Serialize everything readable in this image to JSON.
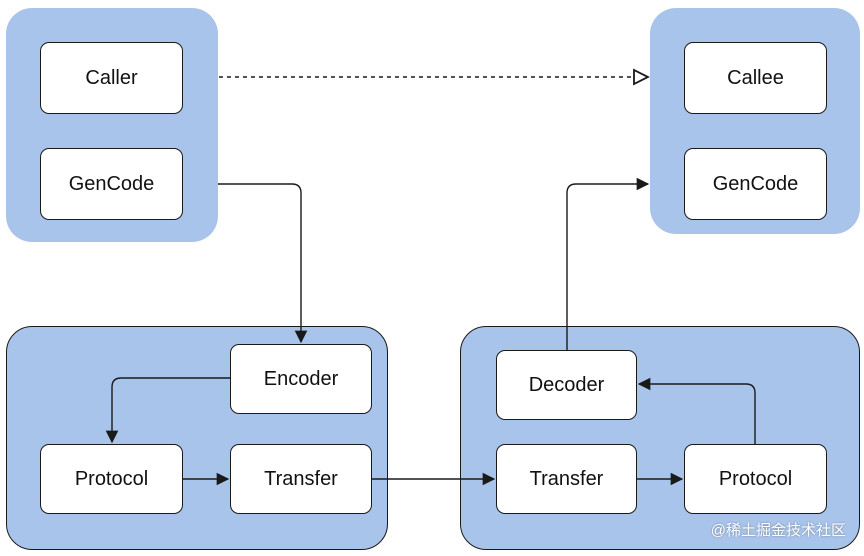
{
  "nodes": {
    "caller": "Caller",
    "gencode_left": "GenCode",
    "callee": "Callee",
    "gencode_right": "GenCode",
    "encoder": "Encoder",
    "protocol_left": "Protocol",
    "transfer_left": "Transfer",
    "decoder": "Decoder",
    "transfer_right": "Transfer",
    "protocol_right": "Protocol"
  },
  "watermark": "@稀土掘金技术社区",
  "colors": {
    "group_fill": "#a9c4ea",
    "node_fill": "#ffffff",
    "stroke": "#1a1a1a"
  }
}
